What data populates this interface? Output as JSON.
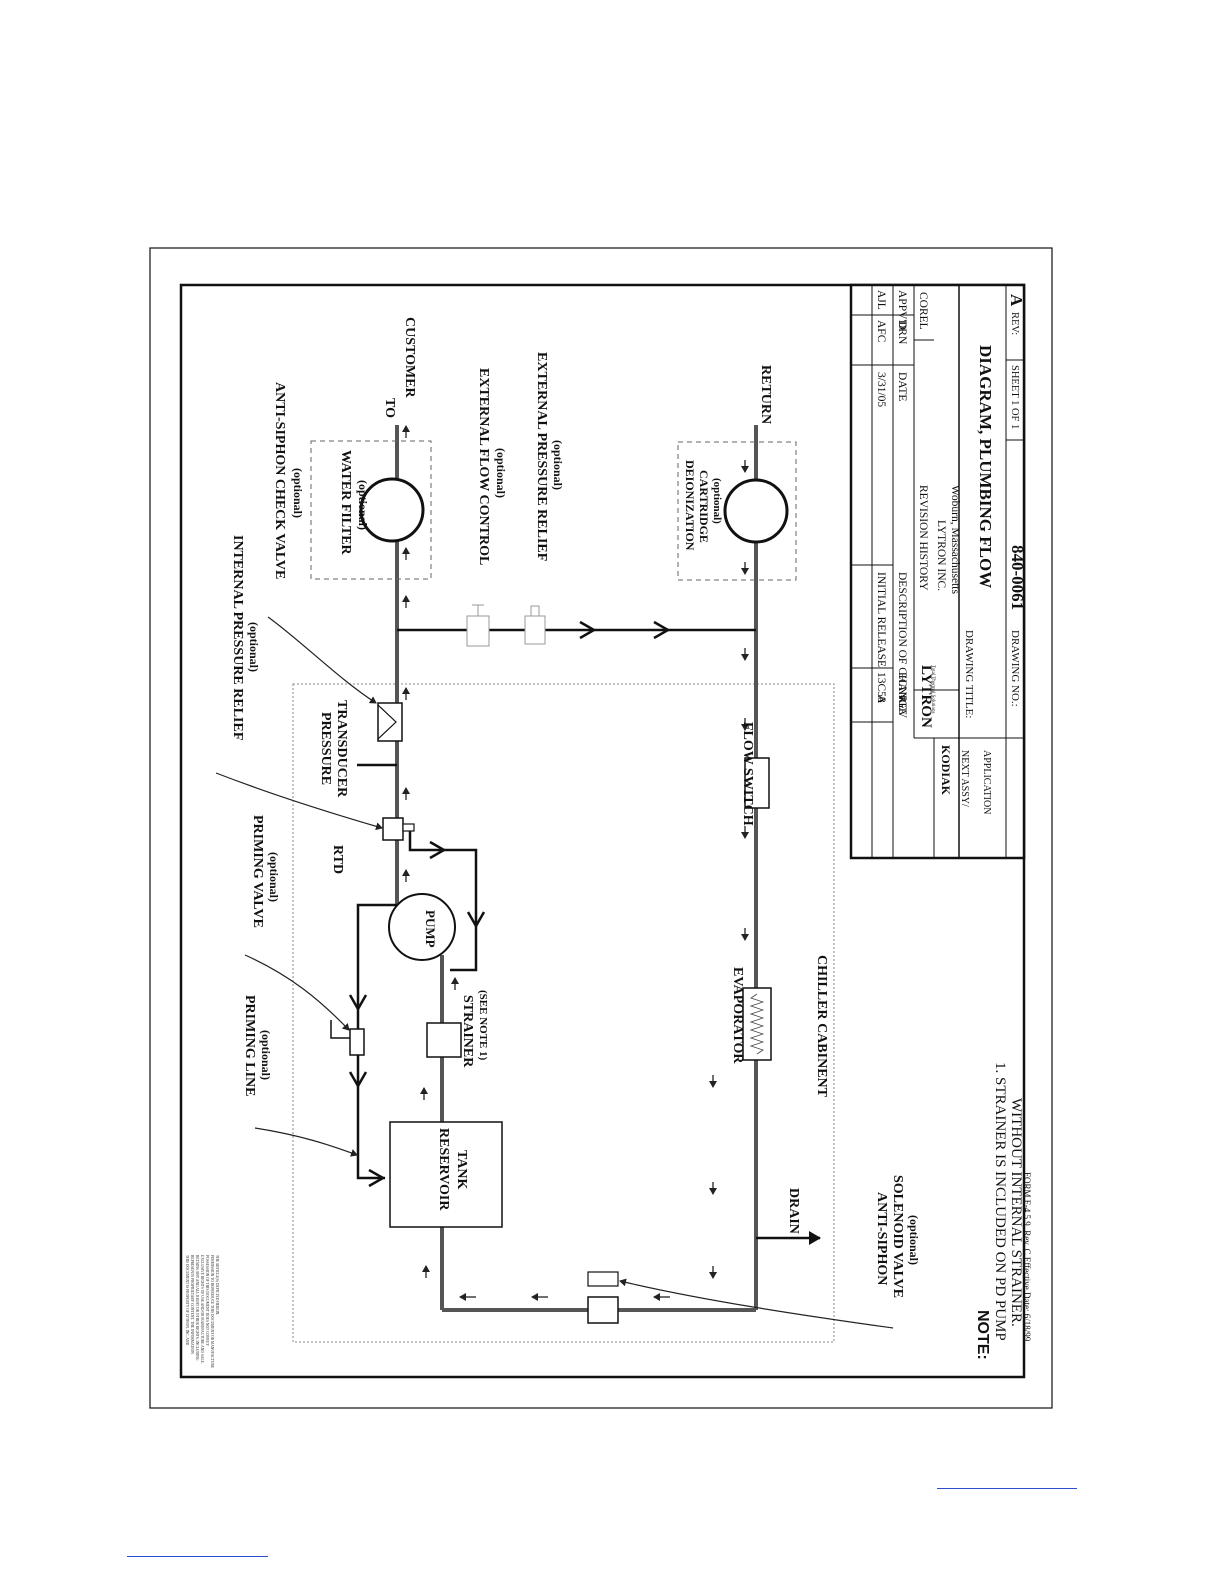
{
  "drawing": {
    "labels": {
      "to_customer_to": "TO",
      "to_customer": "CUSTOMER",
      "return": "RETURN",
      "anti_siphon_check_valve": "ANTI-SIPHON CHECK VALVE",
      "anti_siphon_check_valve_opt": "(optional)",
      "internal_pressure_relief": "INTERNAL PRESSURE RELIEF",
      "internal_pressure_relief_opt": "(optional)",
      "water_filter": "WATER FILTER",
      "water_filter_opt": "(optional)",
      "external_flow_control": "EXTERNAL FLOW CONTROL",
      "external_flow_control_opt": "(optional)",
      "external_pressure_relief": "EXTERNAL PRESSURE RELIEF",
      "external_pressure_relief_opt": "(optional)",
      "deionization": "DEIONIZATION",
      "cartridge": "CARTRIDGE",
      "deionization_opt": "(optional)",
      "pressure": "PRESSURE",
      "transducer": "TRANSDUCER",
      "priming_valve": "PRIMING VALVE",
      "priming_valve_opt": "(optional)",
      "rtd": "RTD",
      "pump": "PUMP",
      "flow_switch": "FLOW SWITCH",
      "priming_line": "PRIMING LINE",
      "priming_line_opt": "(optional)",
      "strainer": "STRAINER",
      "strainer_note": "(SEE NOTE 1)",
      "evaporator": "EVAPORATOR",
      "chiller_cabinet": "CHILLER CABINENT",
      "reservoir": "RESERVOIR",
      "tank": "TANK",
      "drain": "DRAIN",
      "anti_siphon": "ANTI-SIPHON",
      "solenoid_valve": "SOLENOID VALVE",
      "solenoid_valve_opt": "(optional)",
      "note_heading": "NOTE:",
      "note_line1": "1. STRAINER IS INCLUDED ON PD PUMP",
      "note_line2": "WITHOUT INTERNAL STRAINER.",
      "form": "FORM F-4.5.9, Rev. C  Effective Date:  6/18/99",
      "proprietary": [
        "THIS DOCUMENT IS PROPERTY OF LYTRON, INC. AND",
        "REPRESENTS PROPRIETARY CONTENT. THE INFORMATION",
        "RETAINS ANY AND ALL RIGHT OR OTHER RIGHTS, INCLUDING",
        "EXCLUSIVE RIGHTS OF USE AND/OR MANUFACTURE AND SALE.",
        "POSSESSION OF THIS DOCUMENT DOES NOT CONVEY",
        "PERMISSION TO REPRODUCE THIS DOCUMENT OR MANUFACTURE",
        "THE ARTICLE(S) DEPICTED HEREIN."
      ]
    },
    "title_block": {
      "rev_row": [
        "A",
        "13C58",
        "INITIAL RELEASE",
        "3/31/05",
        "AFC",
        "AJL"
      ],
      "rev_headers": [
        "REV",
        "ECN#",
        "DESCRIPTION OF CHANGE",
        "DATE",
        "DRN",
        "APPV'D"
      ],
      "revision_history": "REVISION HISTORY",
      "corel": "COREL",
      "logo": "LYTRON",
      "logo_tagline": "Total Thermal Solutions",
      "company": "LYTRON INC.",
      "location": "Woburn, Massachusetts",
      "kodiak": "KODIAK",
      "next_assy": "NEXT ASSY/",
      "application": "APPLICATION",
      "drawing_title_label": "DRAWING TITLE:",
      "drawing_title": "DIAGRAM, PLUMBING FLOW",
      "drawing_no_label": "DRAWING NO.:",
      "drawing_no": "840-0061",
      "sheet": "SHEET 1 OF 1",
      "rev_label": "REV:",
      "rev_value": "A"
    }
  }
}
